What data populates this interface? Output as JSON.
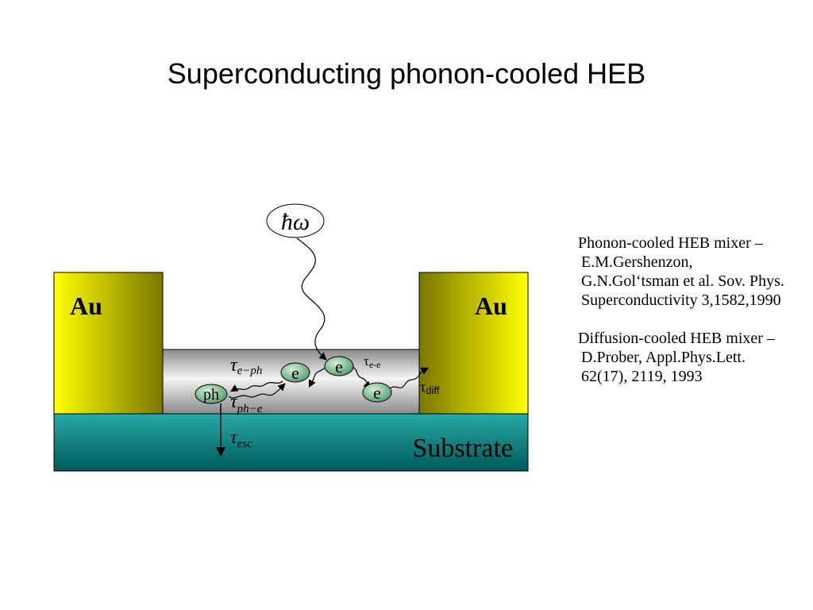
{
  "title": "Superconducting phonon-cooled HEB",
  "diagram": {
    "photon_label": "ħω",
    "left_contact_label": "Au",
    "right_contact_label": "Au",
    "substrate_label": "Substrate",
    "particles": {
      "electron_label": "e",
      "phonon_label": "ph"
    },
    "times": {
      "tau_symbol": "τ",
      "e_ph_sub": "e−ph",
      "ph_e_sub": "ph−e",
      "esc_sub": "esc",
      "e_e_sub": "e-e",
      "diff_sub": "diff"
    },
    "colors": {
      "gold_light": "#ffff00",
      "gold_dark": "#7a7600",
      "substrate_light": "#2aa9a9",
      "substrate_dark": "#005a5a",
      "bridge_light": "#f4f4f4",
      "bridge_dark": "#8a8a8a",
      "particle_fill": "#4f9a6a"
    }
  },
  "references": [
    {
      "text": "Phonon-cooled HEB mixer – E.M.Gershenzon, G.N.Gol‘tsman et al. Sov. Phys. Superconductivity 3,1582,1990"
    },
    {
      "text": "Diffusion-cooled HEB mixer – D.Prober, Appl.Phys.Lett. 62(17), 2119, 1993"
    }
  ]
}
